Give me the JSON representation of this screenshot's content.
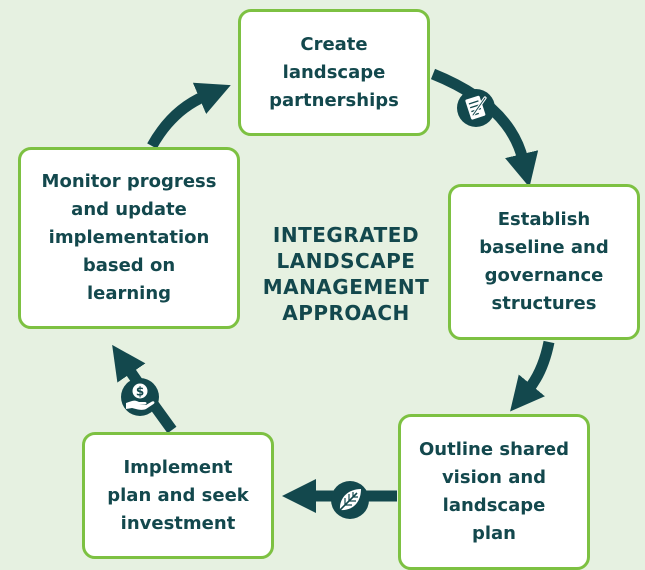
{
  "diagram": {
    "center_title": "INTEGRATED\nLANDSCAPE\nMANAGEMENT\nAPPROACH",
    "steps": [
      {
        "label": "Create\nlandscape\npartnerships"
      },
      {
        "label": "Establish\nbaseline and\ngovernance\nstructures"
      },
      {
        "label": "Outline shared\nvision and\nlandscape\nplan"
      },
      {
        "label": "Implement\nplan and seek\ninvestment"
      },
      {
        "label": "Monitor progress\nand update\nimplementation\nbased on\nlearning"
      }
    ],
    "icons": [
      "notepad-pencil-icon",
      "leaf-icon",
      "hand-money-icon"
    ]
  },
  "colors": {
    "background": "#e6f1e1",
    "box_border": "#7dc142",
    "box_fill": "#ffffff",
    "text": "#13484d",
    "arrow": "#13484d"
  }
}
